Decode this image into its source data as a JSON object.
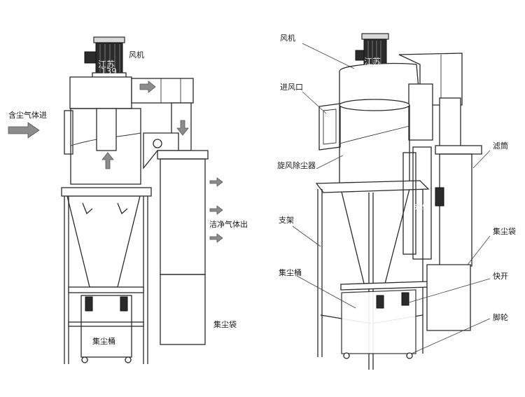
{
  "left_panel": {
    "labels": {
      "fan": "风机",
      "dust_gas_in": "含尘气体进",
      "clean_gas_out": "洁净气体出",
      "dust_bag": "集尘袋",
      "dust_bucket": "集尘桶"
    }
  },
  "right_panel": {
    "labels": {
      "fan": "风机",
      "air_inlet": "进风口",
      "cyclone": "旋风除尘器",
      "filter_cartridge": "滤筒",
      "frame": "支架",
      "dust_bag": "集尘袋",
      "dust_bucket": "集尘桶",
      "quick_release": "快开",
      "caster": "脚轮"
    }
  },
  "watermark": {
    "left_1": "江苏",
    "left_2": "139",
    "right_1": "江苏",
    "right_2": "5050"
  }
}
